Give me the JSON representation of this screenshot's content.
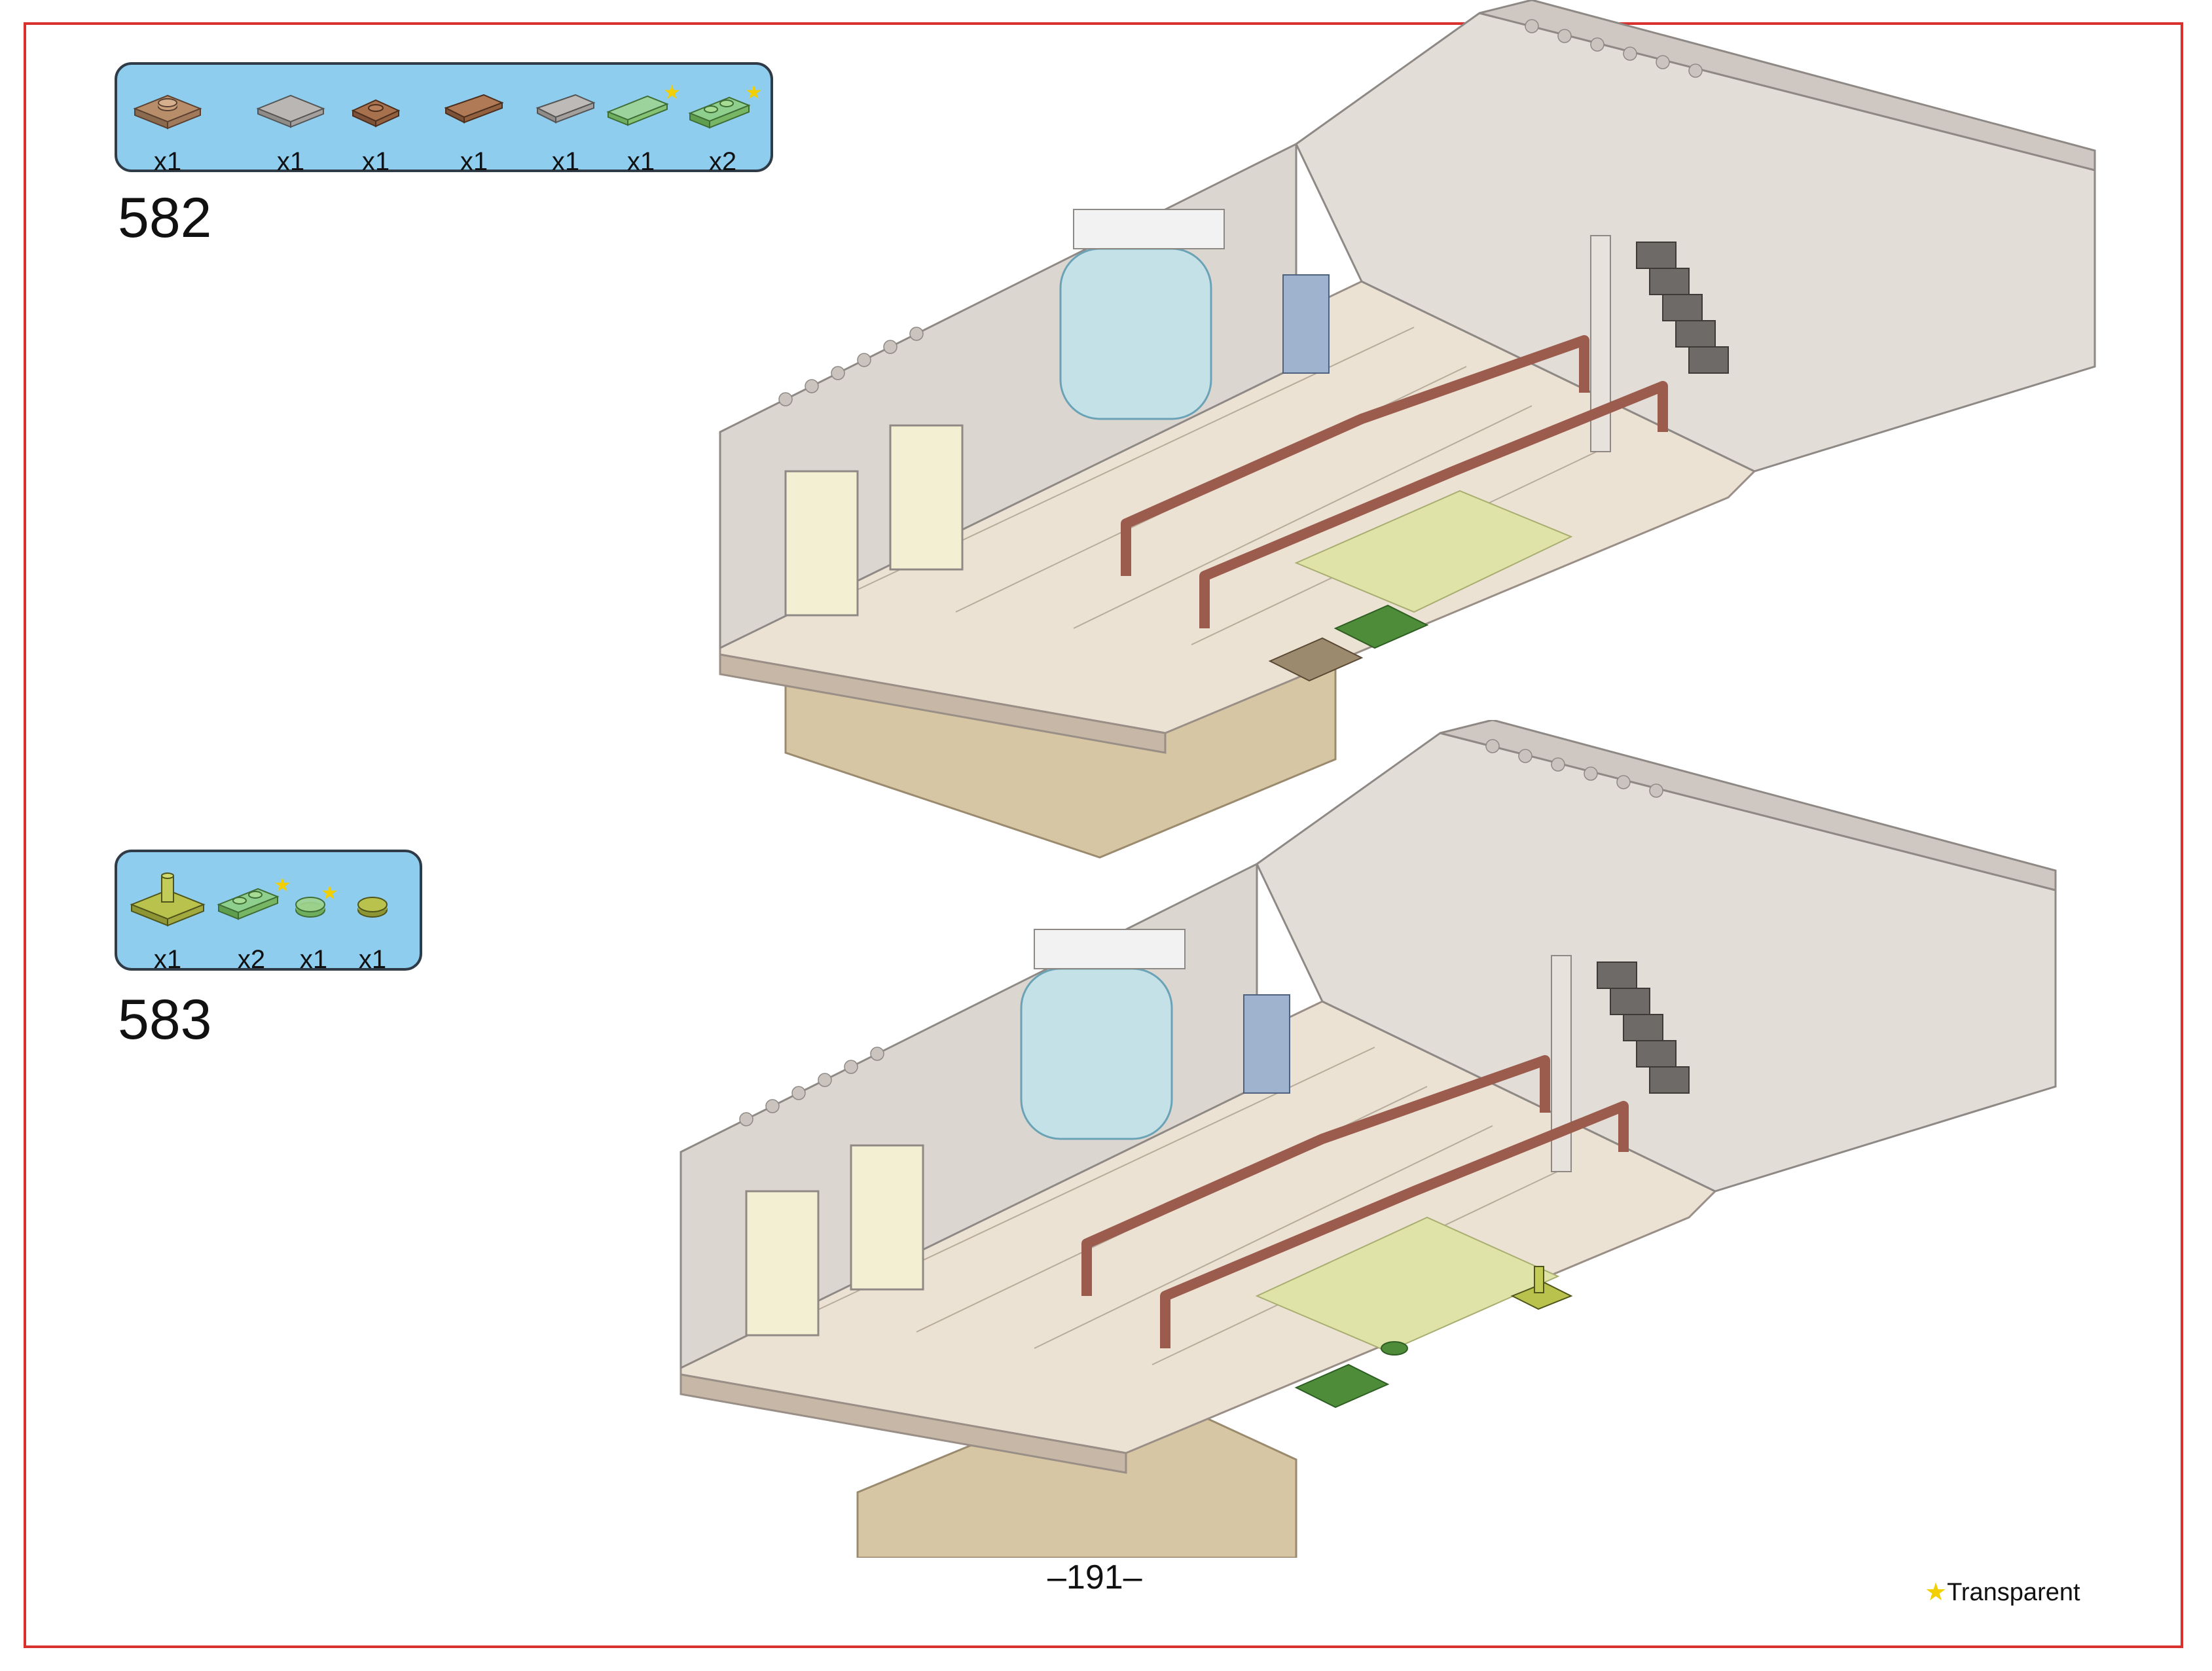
{
  "steps": [
    {
      "number": "582",
      "parts": [
        {
          "icon": "tan-plate-2x2-stud-icon",
          "qty": "x1"
        },
        {
          "icon": "gray-tile-2x2-icon",
          "qty": "x1"
        },
        {
          "icon": "brown-jumper-plate-icon",
          "qty": "x1"
        },
        {
          "icon": "brown-tile-1x2-icon",
          "qty": "x1"
        },
        {
          "icon": "gray-tile-1x2-icon",
          "qty": "x1"
        },
        {
          "icon": "trans-green-tile-icon",
          "qty": "x1"
        },
        {
          "icon": "trans-green-plate-icon",
          "qty": "x2"
        }
      ]
    },
    {
      "number": "583",
      "parts": [
        {
          "icon": "olive-plate-with-bar-icon",
          "qty": "x1"
        },
        {
          "icon": "trans-green-plate-icon",
          "qty": "x2"
        },
        {
          "icon": "trans-green-round-tile-icon",
          "qty": "x1"
        },
        {
          "icon": "olive-round-tile-icon",
          "qty": "x1"
        }
      ]
    }
  ],
  "page_number": "–191–",
  "legend": {
    "star_glyph": "★",
    "label": "Transparent"
  },
  "colors": {
    "frame": "#d9312d",
    "parts_box": "#8ecdee",
    "parts_border": "#2f3b47",
    "transparent_star": "#f2cf00"
  }
}
